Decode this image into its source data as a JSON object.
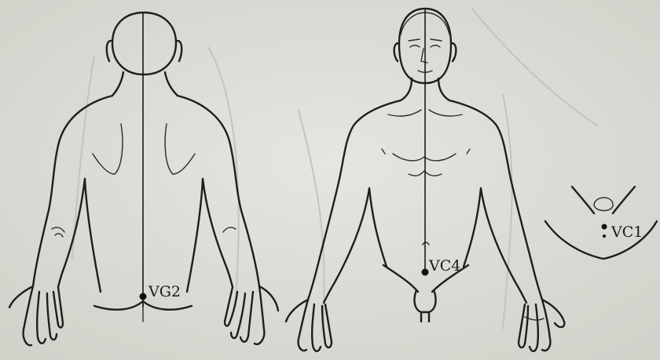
{
  "points": {
    "vg2": {
      "label": "VG2"
    },
    "vc4": {
      "label": "VC4"
    },
    "vc1": {
      "label": "VC1"
    }
  }
}
